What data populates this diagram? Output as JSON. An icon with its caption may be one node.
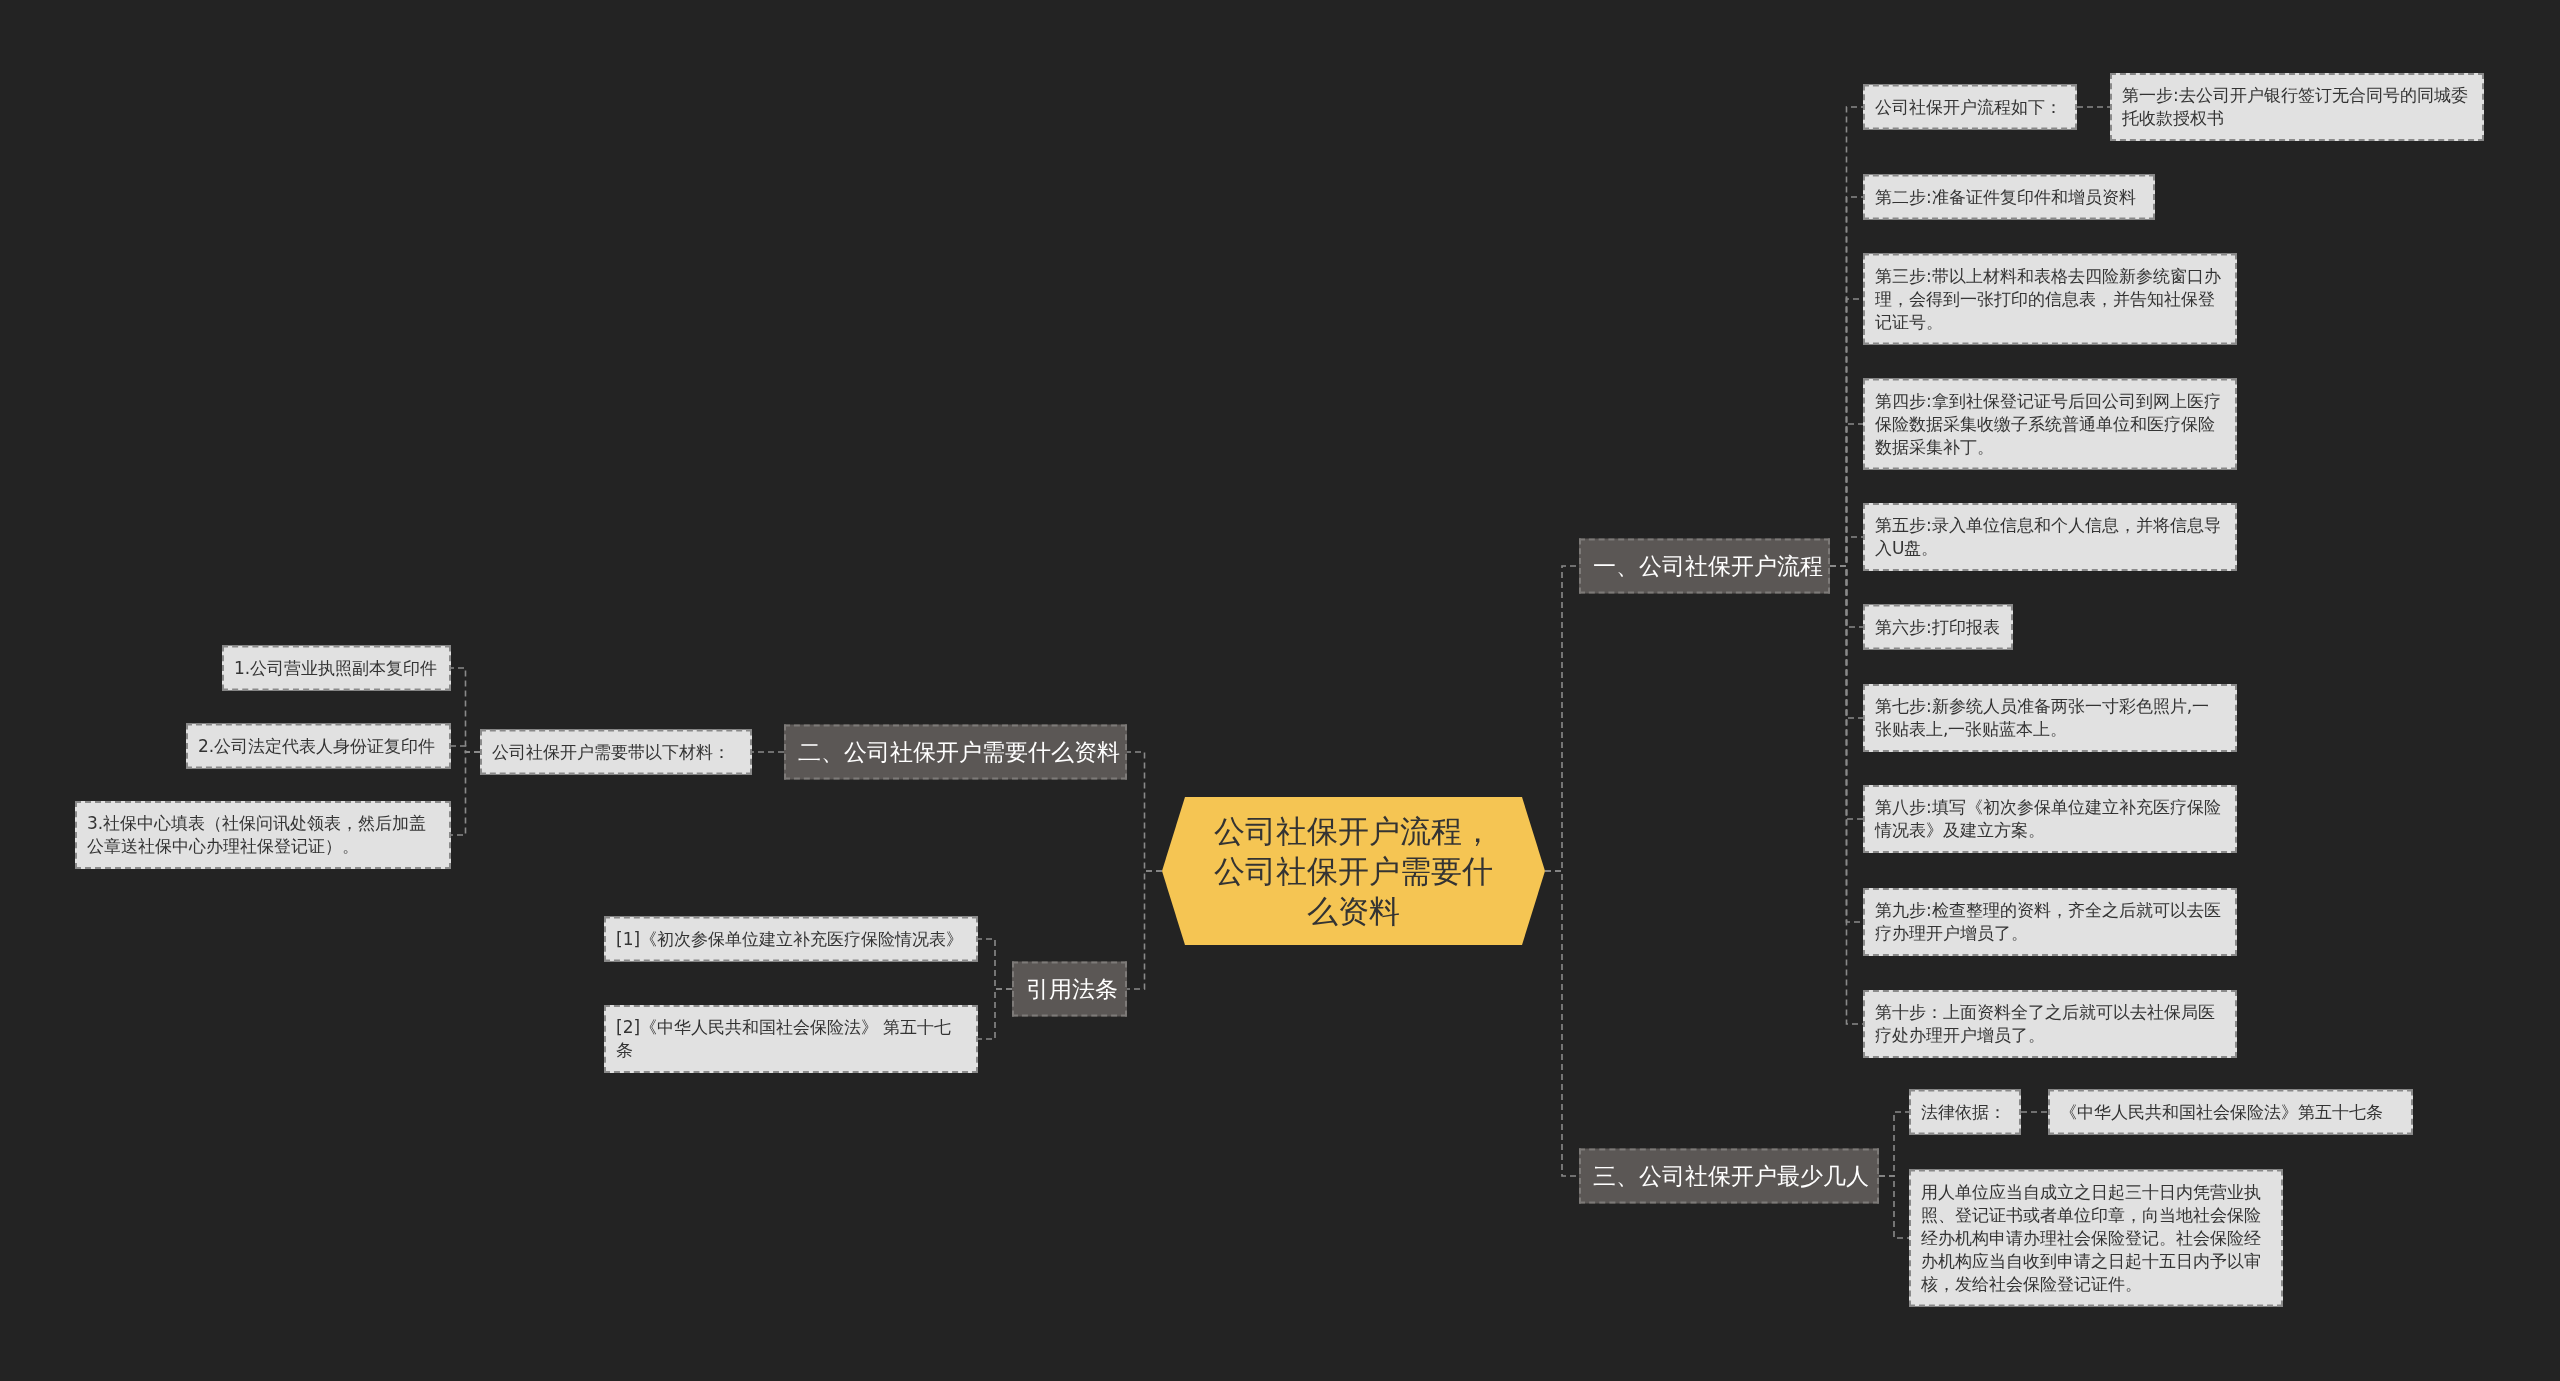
{
  "diagram": {
    "nodes": [
      {
        "text": [
          "公司社保开户流程，公司社保开户需要什么资料"
        ]
      },
      {
        "text": [
          "一、公司社保开户流程"
        ]
      },
      {
        "text": [
          "公司社保开户流程如下："
        ]
      },
      {
        "text": [
          "第一步:去公司开户银行签订无合同号的同城委托收款授权书"
        ]
      },
      {
        "text": [
          "第二步:准备证件复印件和增员资料"
        ]
      },
      {
        "text": [
          "第三步:带以上材料和表格去四险新参统窗口办理，会得到一张打印的信息表，并告知社保登记证号。"
        ]
      },
      {
        "text": [
          "第四步:拿到社保登记证号后回公司到网上医疗保险数据采集收缴子系统普通单位和医疗保险数据采集补丁。"
        ]
      },
      {
        "text": [
          "第五步:录入单位信息和个人信息，并将信息导入U盘。"
        ]
      },
      {
        "text": [
          "第六步:打印报表"
        ]
      },
      {
        "text": [
          "第七步:新参统人员准备两张一寸彩色照片,一张贴表上,一张贴蓝本上。"
        ]
      },
      {
        "text": [
          "第八步:填写《初次参保单位建立补充医疗保险情况表》及建立方案。"
        ]
      },
      {
        "text": [
          "第九步:检查整理的资料，齐全之后就可以去医疗办理开户增员了。"
        ]
      },
      {
        "text": [
          "第十步：上面资料全了之后就可以去社保局医疗处办理开户增员了。"
        ]
      },
      {
        "text": [
          "三、公司社保开户最少几人"
        ]
      },
      {
        "text": [
          "法律依据："
        ]
      },
      {
        "text": [
          "《中华人民共和国社会保险法》第五十七条"
        ]
      },
      {
        "text": [
          "用人单位应当自成立之日起三十日内凭营业执照、登记证书或者单位印章，向当地社会保险经办机构申请办理社会保险登记。社会保险经办机构应当自收到申请之日起十五日内予以审核，发给社会保险登记证件。"
        ]
      },
      {
        "text": [
          "二、公司社保开户需要什么资料"
        ]
      },
      {
        "text": [
          "公司社保开户需要带以下材料："
        ]
      },
      {
        "text": [
          "1.公司营业执照副本复印件"
        ]
      },
      {
        "text": [
          "2.公司法定代表人身份证复印件"
        ]
      },
      {
        "text": [
          "3.社保中心填表（社保问讯处领表，然后加盖公章送社保中心办理社保登记证）。"
        ]
      },
      {
        "text": [
          "引用法条"
        ]
      },
      {
        "text": [
          "[1]《初次参保单位建立补充医疗保险情况表》"
        ]
      },
      {
        "text": [
          "[2]《中华人民共和国社会保险法》 第五十七条"
        ]
      }
    ],
    "edges": [
      {
        "from": 0,
        "to": 1,
        "arrow": "none"
      },
      {
        "from": 0,
        "to": 13,
        "arrow": "none"
      },
      {
        "from": 0,
        "to": 17,
        "arrow": "none"
      },
      {
        "from": 0,
        "to": 22,
        "arrow": "none"
      },
      {
        "from": 1,
        "to": 2,
        "arrow": "none"
      },
      {
        "from": 2,
        "to": 3,
        "arrow": "none"
      },
      {
        "from": 1,
        "to": 4,
        "arrow": "none"
      },
      {
        "from": 1,
        "to": 5,
        "arrow": "none"
      },
      {
        "from": 1,
        "to": 6,
        "arrow": "none"
      },
      {
        "from": 1,
        "to": 7,
        "arrow": "none"
      },
      {
        "from": 1,
        "to": 8,
        "arrow": "none"
      },
      {
        "from": 1,
        "to": 9,
        "arrow": "none"
      },
      {
        "from": 1,
        "to": 10,
        "arrow": "none"
      },
      {
        "from": 1,
        "to": 11,
        "arrow": "none"
      },
      {
        "from": 1,
        "to": 12,
        "arrow": "none"
      },
      {
        "from": 13,
        "to": 14,
        "arrow": "none"
      },
      {
        "from": 14,
        "to": 15,
        "arrow": "none"
      },
      {
        "from": 13,
        "to": 16,
        "arrow": "none"
      },
      {
        "from": 17,
        "to": 18,
        "arrow": "none"
      },
      {
        "from": 18,
        "to": 19,
        "arrow": "none"
      },
      {
        "from": 18,
        "to": 20,
        "arrow": "none"
      },
      {
        "from": 18,
        "to": 21,
        "arrow": "none"
      },
      {
        "from": 22,
        "to": 23,
        "arrow": "none"
      },
      {
        "from": 22,
        "to": 24,
        "arrow": "none"
      }
    ]
  }
}
